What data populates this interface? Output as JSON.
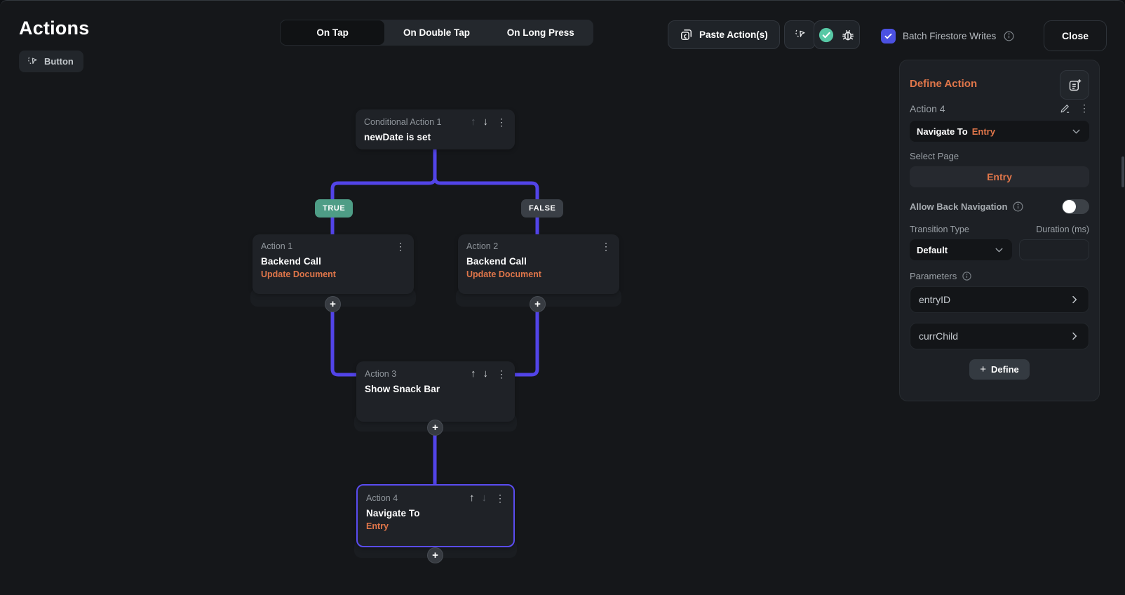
{
  "header": {
    "title": "Actions",
    "trigger_chip": "Button",
    "tabs": [
      {
        "label": "On Tap",
        "active": true
      },
      {
        "label": "On Double Tap",
        "active": false
      },
      {
        "label": "On Long Press",
        "active": false
      }
    ],
    "paste_button": "Paste Action(s)",
    "batch_label": "Batch Firestore Writes",
    "close_label": "Close"
  },
  "canvas": {
    "branches": {
      "true_label": "TRUE",
      "false_label": "FALSE"
    },
    "nodes": {
      "conditional": {
        "label": "Conditional Action 1",
        "title": "newDate is set"
      },
      "action1": {
        "label": "Action 1",
        "title": "Backend Call",
        "subtitle": "Update Document"
      },
      "action2": {
        "label": "Action 2",
        "title": "Backend Call",
        "subtitle": "Update Document"
      },
      "action3": {
        "label": "Action 3",
        "title": "Show Snack Bar"
      },
      "action4": {
        "label": "Action 4",
        "title": "Navigate To",
        "subtitle": "Entry"
      }
    }
  },
  "panel": {
    "title": "Define Action",
    "action_name": "Action 4",
    "action_type": "Navigate To",
    "action_value": "Entry",
    "select_page_label": "Select Page",
    "selected_page": "Entry",
    "allow_back_label": "Allow Back Navigation",
    "transition_label": "Transition Type",
    "transition_value": "Default",
    "duration_label": "Duration (ms)",
    "duration_value": "",
    "parameters_label": "Parameters",
    "parameters": [
      {
        "name": "entryID"
      },
      {
        "name": "currChild"
      }
    ],
    "define_button": "Define"
  },
  "icons": {
    "up": "↑",
    "down": "↓",
    "kebab": "⋮",
    "plus": "+"
  },
  "colors": {
    "accent_orange": "#e0764a",
    "connector_purple": "#5244e8",
    "true_badge": "#4e9d86",
    "false_badge": "#3a3f46",
    "checkbox_indigo": "#4b51e2",
    "check_circle_teal": "#57c8a5",
    "selected_node_border": "#5a4cf0"
  }
}
